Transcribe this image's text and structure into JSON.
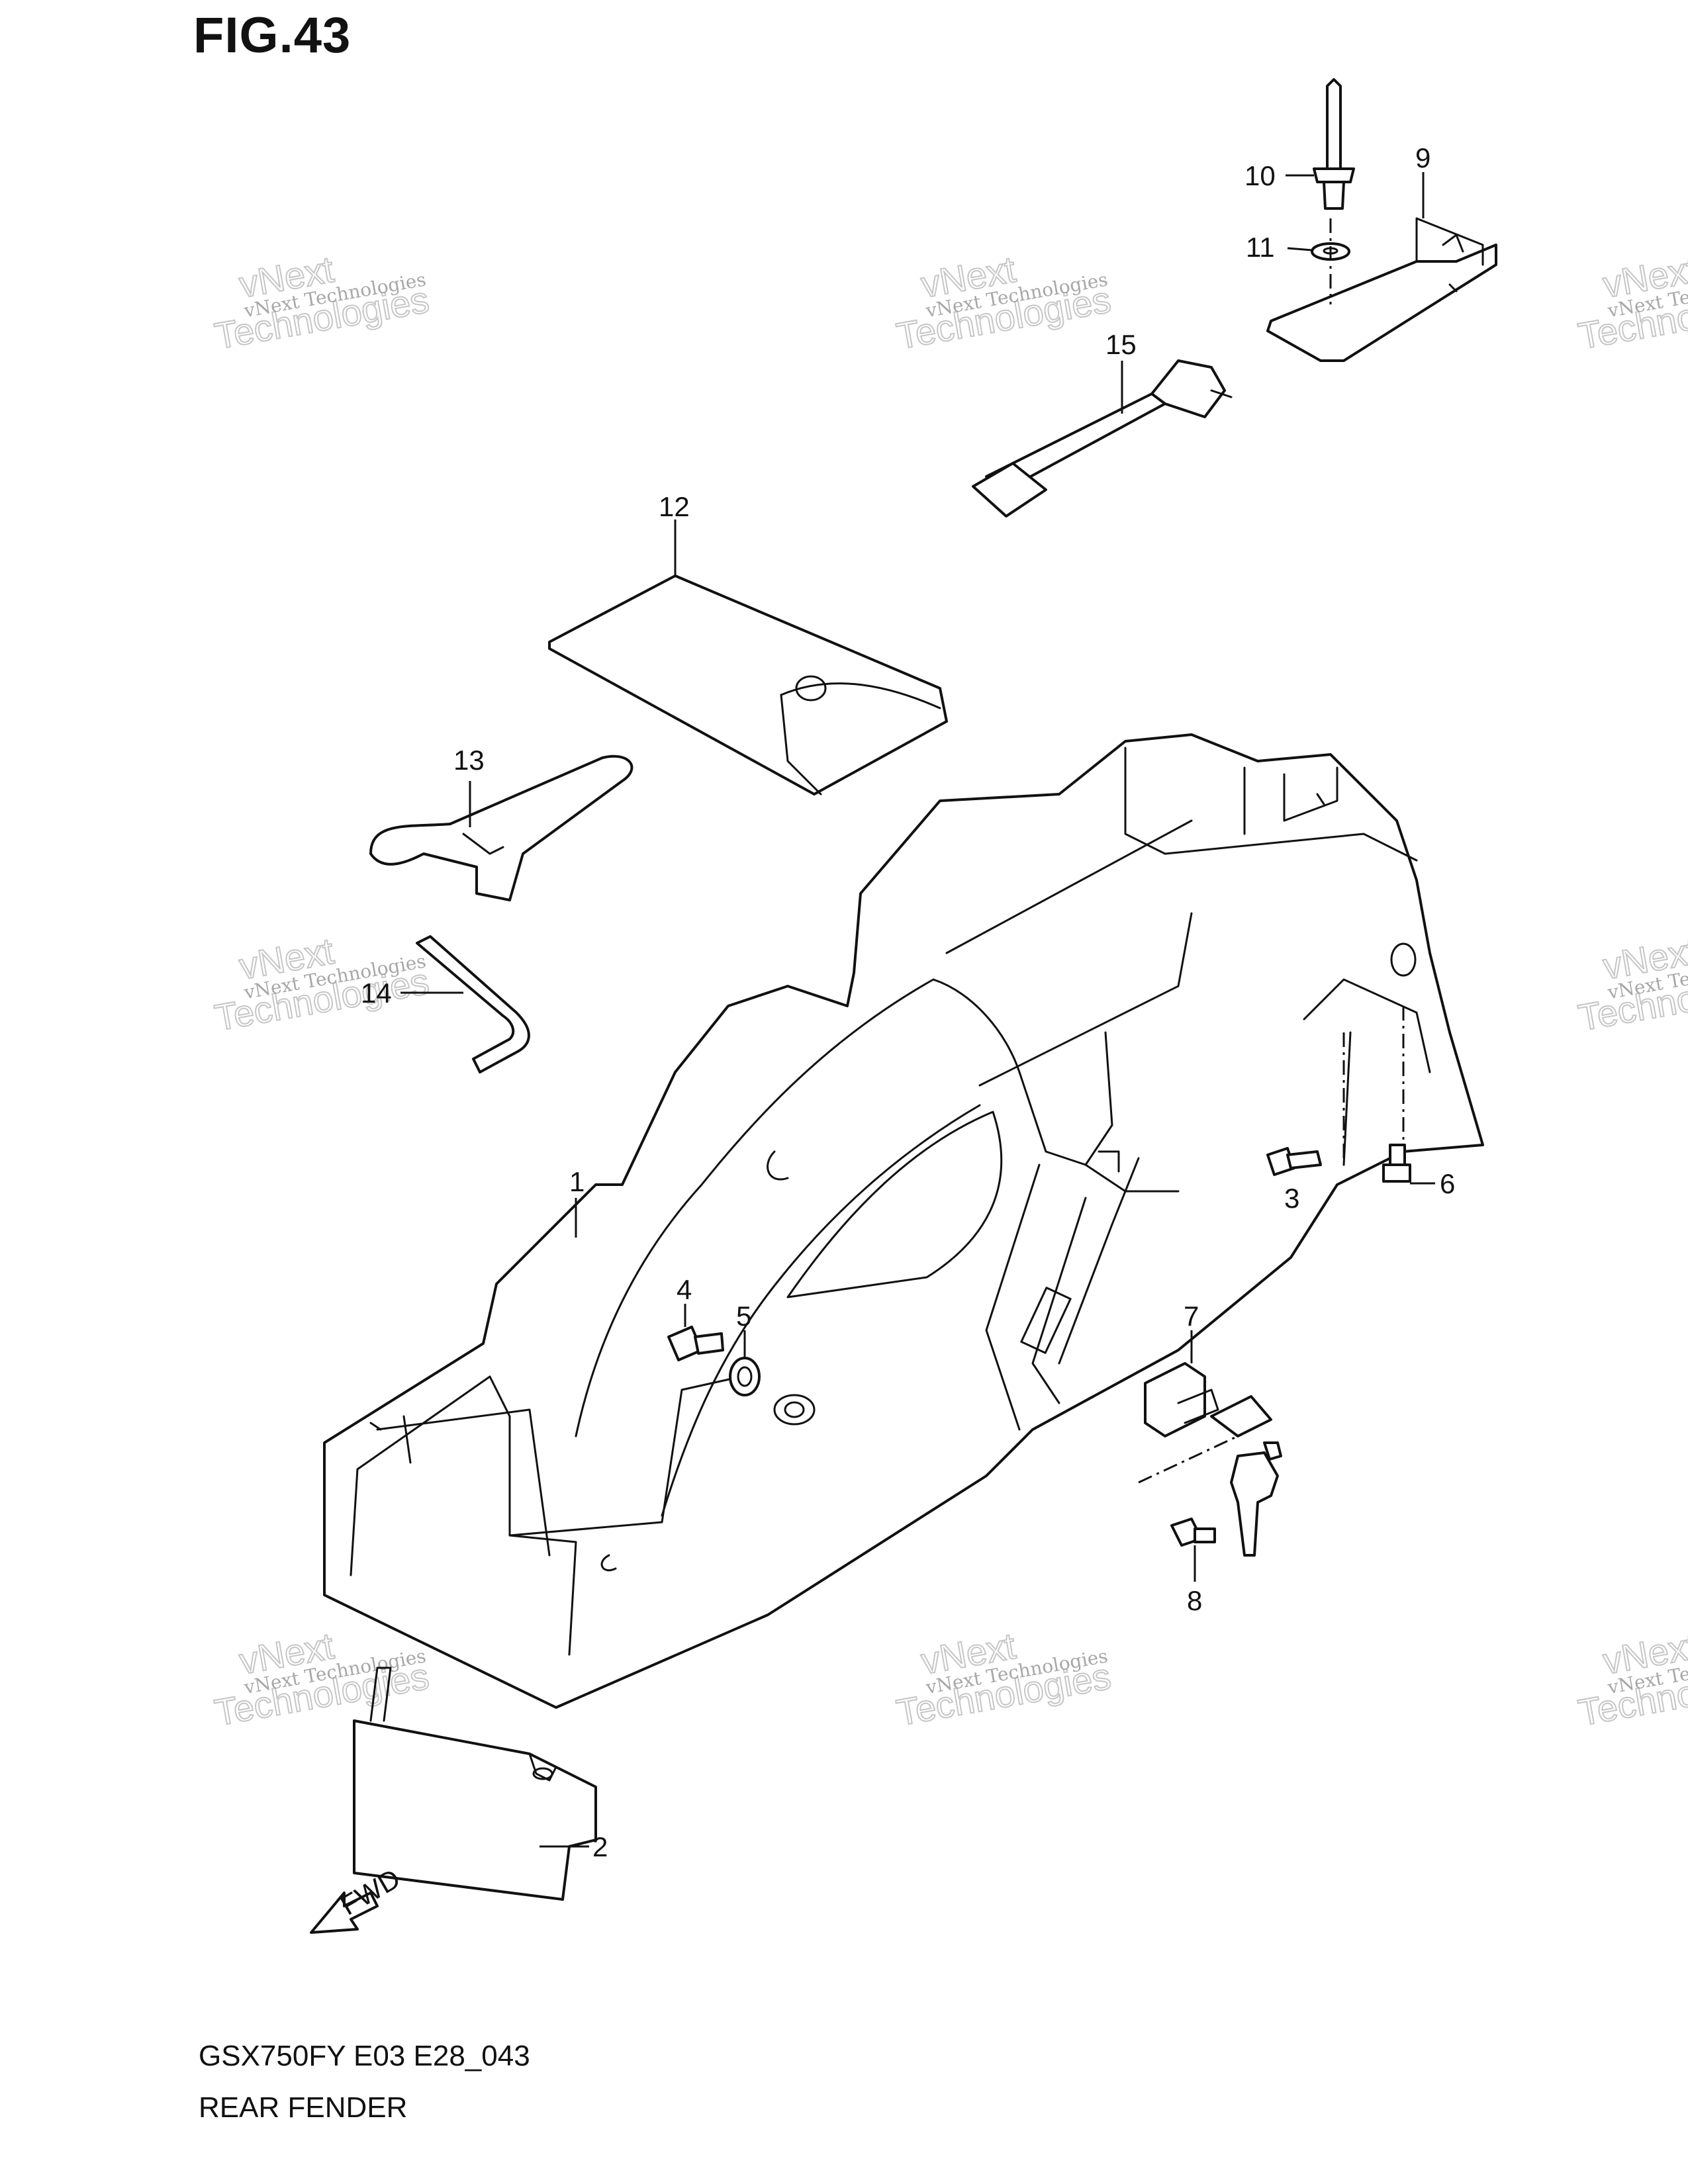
{
  "figure": {
    "title": "FIG.43",
    "model_code": "GSX750FY E03 E28_043",
    "section_name": "REAR FENDER"
  },
  "fwd_label": "FWD",
  "watermark": {
    "line1": "vNext Technologies",
    "line2": "vNext",
    "line3": "Technologies"
  },
  "callouts": [
    "1",
    "2",
    "3",
    "4",
    "5",
    "6",
    "7",
    "8",
    "9",
    "10",
    "11",
    "12",
    "13",
    "14",
    "15"
  ],
  "colors": {
    "ink": "#111111",
    "watermark": "#8a8a8a",
    "background": "#ffffff"
  }
}
